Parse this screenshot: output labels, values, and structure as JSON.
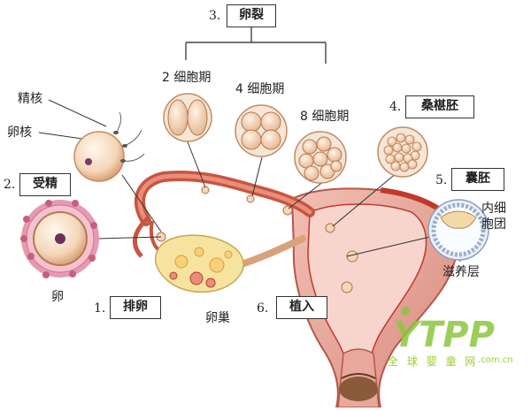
{
  "stages": {
    "cleavage": {
      "number": "3.",
      "label": "卵裂"
    },
    "fertilization": {
      "number": "2.",
      "label": "受精"
    },
    "ovulation": {
      "number": "1.",
      "label": "排卵"
    },
    "morula": {
      "number": "4.",
      "label": "桑椹胚"
    },
    "blastocyst": {
      "number": "5.",
      "label": "囊胚"
    },
    "implantation": {
      "number": "6.",
      "label": "植入"
    }
  },
  "labels": {
    "two_cell": "2 细胞期",
    "four_cell": "4 细胞期",
    "eight_cell": "8 细胞期",
    "sperm_nucleus": "精核",
    "egg_nucleus": "卵核",
    "egg": "卵",
    "ovary": "卵巢",
    "inner_cell_mass_line1": "内细",
    "inner_cell_mass_line2": "胞团",
    "trophoblast": "滋养层"
  },
  "watermark": {
    "brand": "YTPP",
    "subtitle": "全 球 婴 童 网",
    "domain": ".com.cn"
  },
  "colors": {
    "uterus": "#e8a8a0",
    "uterus_dark": "#c0392b",
    "cell": "#f5dcc0",
    "ovary": "#f6e3a0",
    "watermark": "#8dc63f"
  }
}
